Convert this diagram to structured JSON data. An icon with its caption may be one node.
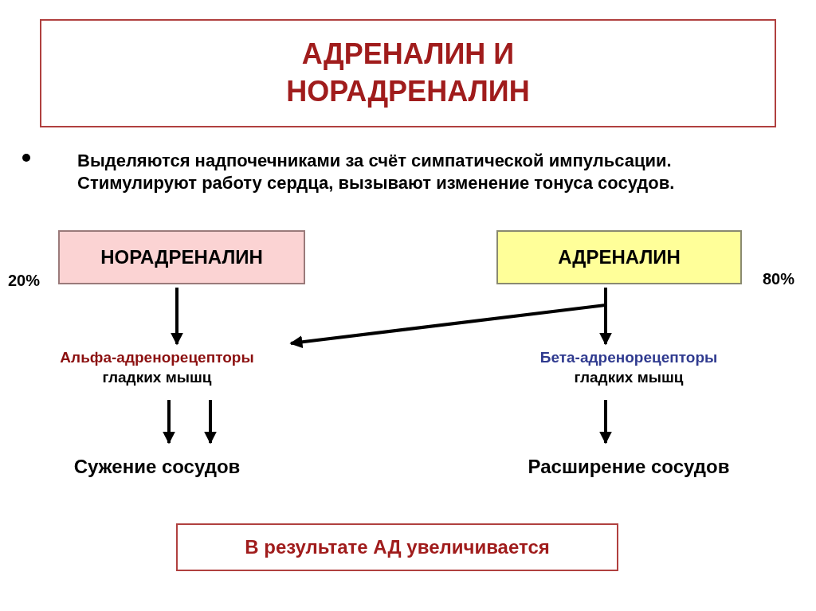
{
  "diagram": {
    "nodes": [
      {
        "text": [
          "АДРЕНАЛИН И НОРАДРЕНАЛИН"
        ]
      },
      {
        "text": [
          "НОРАДРЕНАЛИН"
        ],
        "beside": [
          "20%"
        ]
      },
      {
        "text": [
          "АДРЕНАЛИН"
        ],
        "beside": [
          "80%"
        ]
      },
      {
        "text": [
          "Альфа-адренорецепторы",
          "гладких мышц"
        ]
      },
      {
        "text": [
          "Бета-адренорецепторы",
          "гладких мышц"
        ]
      },
      {
        "text": [
          "Сужение сосудов"
        ]
      },
      {
        "text": [
          "Расширение сосудов"
        ]
      },
      {
        "text": [
          "В результате АД увеличивается"
        ]
      }
    ],
    "edges": [
      {
        "from": 1,
        "to": 3,
        "arrow": "to"
      },
      {
        "from": 2,
        "to": 3,
        "arrow": "to"
      },
      {
        "from": 2,
        "to": 4,
        "arrow": "to"
      },
      {
        "from": 3,
        "to": 5,
        "arrow": "to"
      },
      {
        "from": 3,
        "to": 5,
        "arrow": "to"
      },
      {
        "from": 4,
        "to": 6,
        "arrow": "to"
      }
    ],
    "labels": [
      "Выделяются надпочечниками за счёт симпатической импульсации. Стимулируют работу сердца, вызывают изменение тонуса сосудов."
    ]
  }
}
